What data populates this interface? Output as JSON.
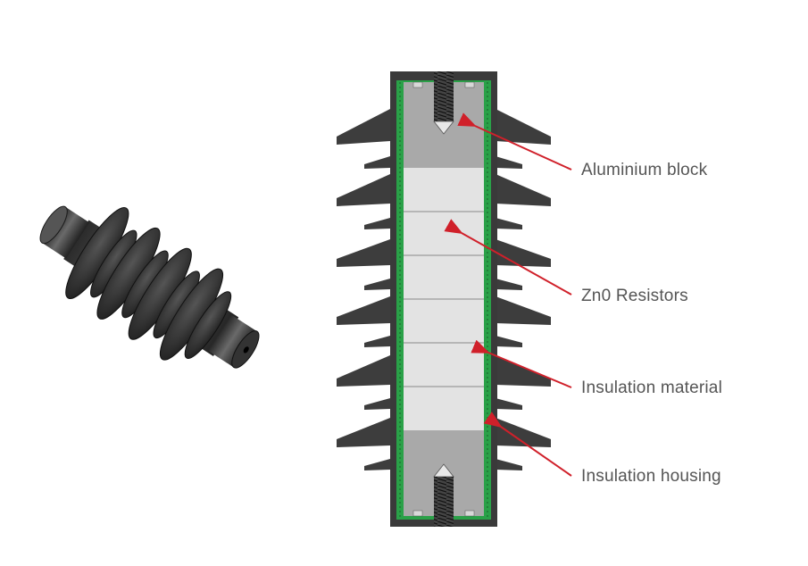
{
  "labels": {
    "aluminium_block": "Aluminium block",
    "zno_resistors": "Zn0 Resistors",
    "insulation_material": "Insulation material",
    "insulation_housing": "Insulation housing"
  },
  "colors": {
    "housing": "#3a3a3a",
    "green_layer": "#2aa148",
    "aluminium": "#a9a9a9",
    "resistor": "#e3e3e3",
    "arrow": "#d0202a"
  },
  "icons": {
    "product": "surge-arrester-3d-icon"
  }
}
